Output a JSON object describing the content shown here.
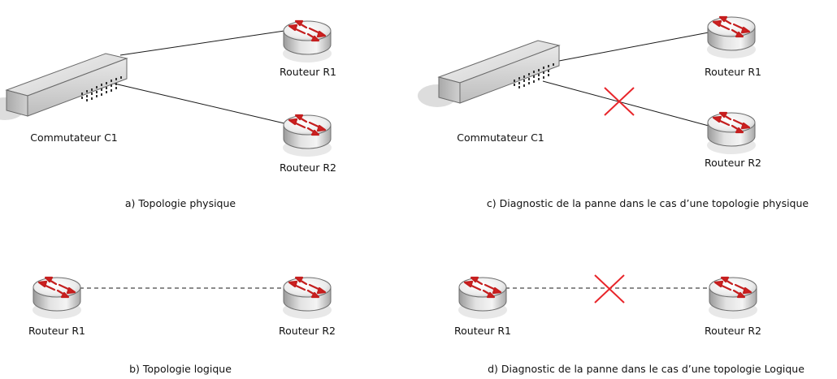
{
  "colors": {
    "link": "#1a1a1a",
    "fault_cross": "#e8252a",
    "router_arrows": "#d42121",
    "device_body": "#e6e6e6"
  },
  "icons": {
    "switch": "network-switch-icon",
    "router": "router-icon",
    "fault": "red-x-fault-icon"
  },
  "panels": {
    "a": {
      "switch_label": "Commutateur C1",
      "router1_label": "Routeur R1",
      "router2_label": "Routeur R2",
      "caption": "a) Topologie physique"
    },
    "b": {
      "router1_label": "Routeur R1",
      "router2_label": "Routeur R2",
      "caption": "b) Topologie logique"
    },
    "c": {
      "switch_label": "Commutateur C1",
      "router1_label": "Routeur R1",
      "router2_label": "Routeur R2",
      "caption": "c) Diagnostic de la panne dans le cas d’une topologie physique"
    },
    "d": {
      "router1_label": "Routeur R1",
      "router2_label": "Routeur R2",
      "caption": "d) Diagnostic de la panne dans le cas d’une topologie Logique"
    }
  }
}
